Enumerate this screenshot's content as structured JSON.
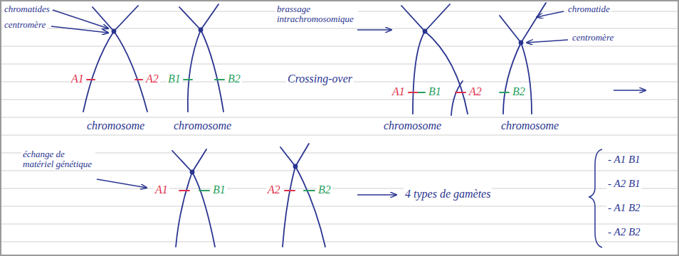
{
  "diagram": {
    "labels": [
      "chromatides",
      "centromère",
      "brassage intrachromosomique",
      "chromatide",
      "centromère",
      "A1",
      "A2",
      "B1",
      "B2",
      "Crossing-over",
      "A1",
      "B1",
      "A2",
      "B2",
      "chromosome",
      "chromosome",
      "chromosome",
      "chromosome",
      "échange de matériel génétique",
      "A1",
      "B1",
      "A2",
      "B2",
      "4 types de gamètes",
      "- A1 B1",
      "- A2 B1",
      "- A1 B2",
      "- A2 B2"
    ]
  }
}
